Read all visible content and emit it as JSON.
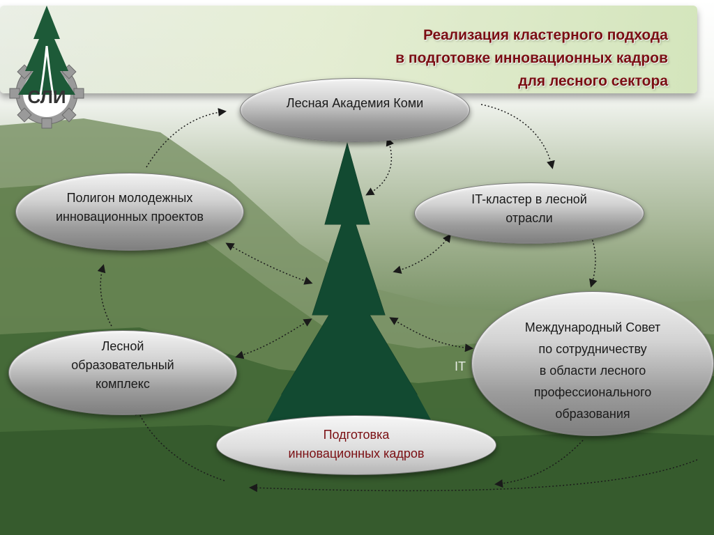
{
  "header": {
    "title_lines": [
      "Реализация кластерного подхода",
      "в подготовке инновационных кадров",
      "для лесного сектора"
    ]
  },
  "logo": {
    "text": "СЛИ",
    "icon": "tree-gear-logo-icon"
  },
  "nodes": {
    "academy": "Лесная Академия Коми",
    "it_cluster": [
      "IT-кластер в лесной",
      "отрасли"
    ],
    "polygon": [
      "Полигон молодежных",
      "инновационных проектов"
    ],
    "education": [
      "Лесной",
      "образовательный",
      "комплекс"
    ],
    "council": [
      "Международный Совет",
      "по сотрудничеству",
      "в области лесного",
      "профессионального",
      "образования"
    ],
    "base": [
      "Подготовка",
      "инновационных кадров"
    ]
  },
  "stray_text": "IT",
  "colors": {
    "title": "#7a0e12",
    "tree": "#124a31",
    "base_text": "#7a0e12",
    "arrow": "#1a1a1a"
  }
}
